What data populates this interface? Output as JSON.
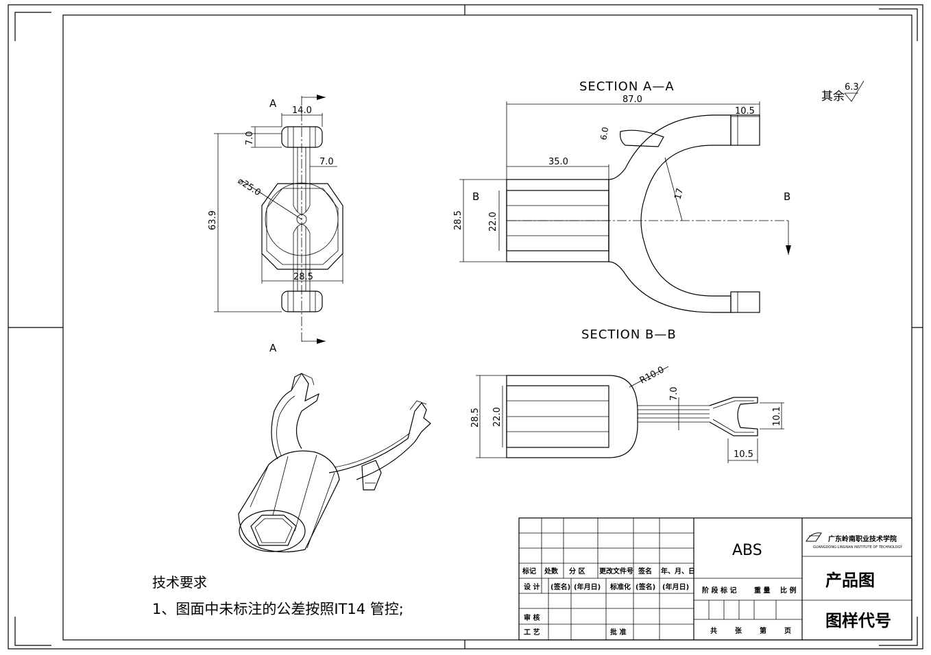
{
  "section_aa": "SECTION A—A",
  "section_bb": "SECTION B—B",
  "roughness": {
    "label": "其余",
    "value": "6.3"
  },
  "view_marks": {
    "a_top": "A",
    "a_bottom": "A",
    "b_left": "B",
    "b_right": "B"
  },
  "dims": {
    "front_top_width": "14.0",
    "front_top_height": "7.0",
    "front_web": "7.0",
    "front_diameter": "⌀25.0",
    "front_total_height": "63.9",
    "front_width": "28.5",
    "aa_total_length": "87.0",
    "aa_tip": "10.5",
    "aa_tip_thickness": "6.0",
    "aa_body_length": "35.0",
    "aa_outer_height": "28.5",
    "aa_inner_height": "22.0",
    "aa_radius": "17",
    "bb_radius": "R10.0",
    "bb_web": "7.0",
    "bb_outer_height": "28.5",
    "bb_inner_height": "22.0",
    "bb_fork_width": "10.1",
    "bb_fork_length": "10.5"
  },
  "notes": {
    "title": "技术要求",
    "item1": "1、图面中未标注的公差按照IT14 管控;"
  },
  "title_block": {
    "material": "ABS",
    "school_name": "广东岭南职业技术学院",
    "school_name_en": "GUANGDONG LINGNAN INSTITUTE OF TECHNOLOGY",
    "drawing_name": "产品图",
    "drawing_code": "图样代号",
    "row_mark": [
      "标记",
      "处数",
      "分 区",
      "更改文件号",
      "签名",
      "年、月、日"
    ],
    "row_design": [
      "设 计",
      "(签名)",
      "(年月日)",
      "标准化",
      "(签名)",
      "(年月日)"
    ],
    "stage_row": [
      "阶 段 标 记",
      "重 量",
      "比 例"
    ],
    "review": "审 核",
    "process": "工 艺",
    "approve": "批 准",
    "sheets": [
      "共",
      "张",
      "第",
      "页"
    ]
  }
}
